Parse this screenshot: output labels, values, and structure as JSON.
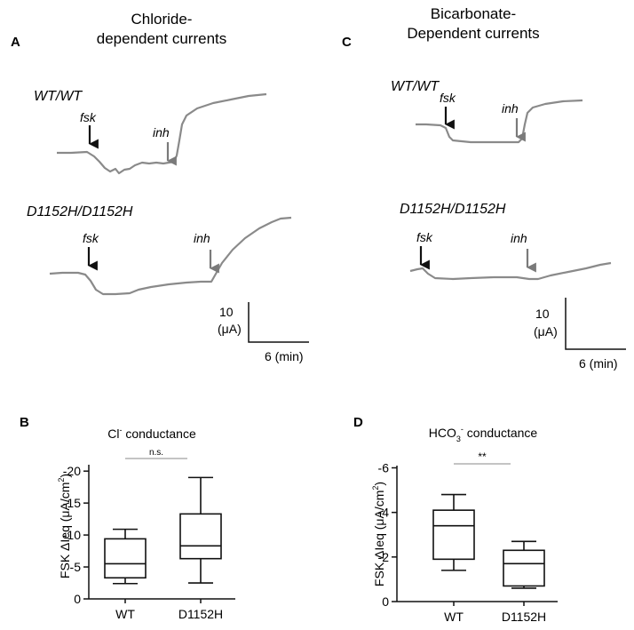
{
  "panels": {
    "A": {
      "letter": "A",
      "title_line1": "Chloride-",
      "title_line2": "dependent currents",
      "trace1_label": "WT/WT",
      "trace2_label": "D1152H/D1152H",
      "fsk": "fsk",
      "inh": "inh",
      "scale_value": "10",
      "scale_unit": "(μA)",
      "scale_time": "6 (min)"
    },
    "C": {
      "letter": "C",
      "title_line1": "Bicarbonate-",
      "title_line2": "Dependent currents",
      "trace1_label": "WT/WT",
      "trace2_label": "D1152H/D1152H",
      "fsk": "fsk",
      "inh": "inh",
      "scale_value": "10",
      "scale_unit": "(μA)",
      "scale_time": "6 (min)"
    },
    "B": {
      "letter": "B",
      "title_main": "Cl",
      "title_sup": "-",
      "title_rest": " conductance",
      "ylabel_main": "FSK ΔIeq (μA/cm",
      "ylabel_sup": "2",
      "ylabel_end": ")",
      "significance": "n.s."
    },
    "D": {
      "letter": "D",
      "title_main": "HCO",
      "title_sub": "3",
      "title_sup": "-",
      "title_rest": " conductance",
      "ylabel_main": "FSK ΔIeq (μA/cm",
      "ylabel_sup": "2",
      "ylabel_end": ")",
      "significance": "**"
    }
  },
  "colors": {
    "trace": "#8a8a8a",
    "fsk_arrow": "#111111",
    "inh_arrow": "#7a7a7a",
    "axis": "#111111",
    "sig_line": "#888888"
  },
  "chart_data": [
    {
      "panel": "B",
      "type": "box",
      "title": "Cl- conductance",
      "ylabel": "FSK ΔIeq (μA/cm2)",
      "categories": [
        "WT",
        "D1152H"
      ],
      "y_ticks": [
        0,
        -5,
        -10,
        -15,
        -20
      ],
      "y_tick_labels": [
        "0",
        "-5",
        "-10",
        "-15",
        "-20"
      ],
      "ylim": [
        0,
        -21
      ],
      "boxes": [
        {
          "category": "WT",
          "min": -2.4,
          "q1": -3.3,
          "median": -5.5,
          "q3": -9.4,
          "max": -10.9
        },
        {
          "category": "D1152H",
          "min": -2.5,
          "q1": -6.3,
          "median": -8.3,
          "q3": -13.3,
          "max": -19.0
        }
      ],
      "significance": {
        "between": [
          "WT",
          "D1152H"
        ],
        "label": "n.s."
      }
    },
    {
      "panel": "D",
      "type": "box",
      "title": "HCO3- conductance",
      "ylabel": "FSK ΔIeq (μA/cm2)",
      "categories": [
        "WT",
        "D1152H"
      ],
      "y_ticks": [
        0,
        -2,
        -4,
        -6
      ],
      "y_tick_labels": [
        "0",
        "-2",
        "-4",
        "-6"
      ],
      "ylim": [
        0,
        -6.1
      ],
      "boxes": [
        {
          "category": "WT",
          "min": -1.4,
          "q1": -1.9,
          "median": -3.4,
          "q3": -4.1,
          "max": -4.8
        },
        {
          "category": "D1152H",
          "min": -0.6,
          "q1": -0.7,
          "median": -1.7,
          "q3": -2.3,
          "max": -2.7
        }
      ],
      "significance": {
        "between": [
          "WT",
          "D1152H"
        ],
        "label": "**"
      }
    }
  ]
}
